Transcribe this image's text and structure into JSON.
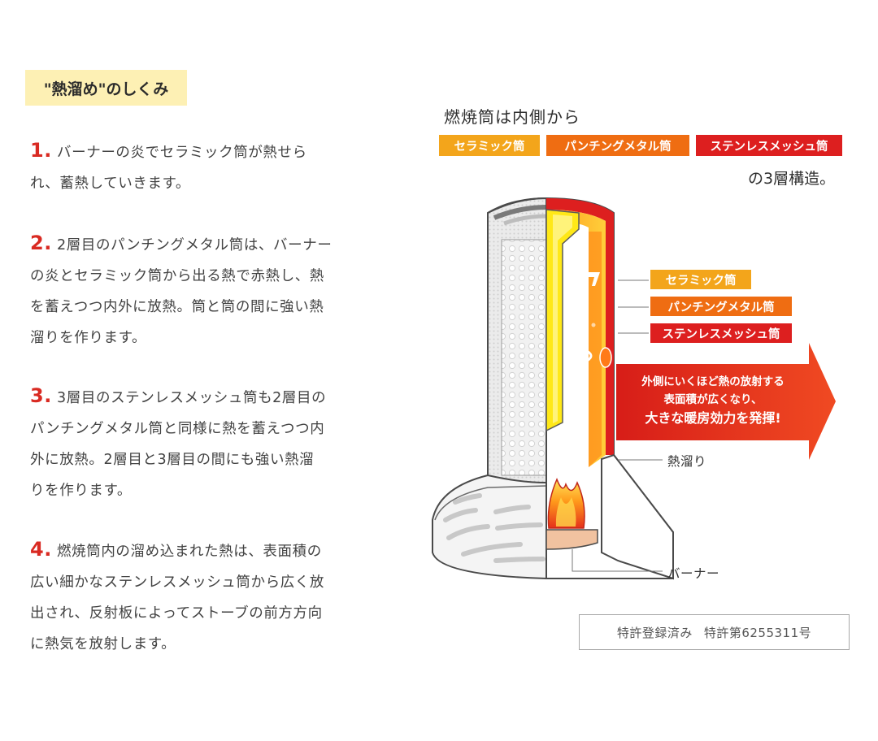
{
  "heading": "\"熱溜め\"のしくみ",
  "steps": [
    {
      "num": "1.",
      "lines": [
        "バーナーの炎でセラミック筒が熱せら",
        "れ、蓄熱していきます。"
      ]
    },
    {
      "num": "2.",
      "lines": [
        "2層目のパンチングメタル筒は、バーナー",
        "の炎とセラミック筒から出る熱で赤熱し、熱",
        "を蓄えつつ内外に放熱。筒と筒の間に強い熱",
        "溜りを作ります。"
      ]
    },
    {
      "num": "3.",
      "lines": [
        "3層目のステンレスメッシュ筒も2層目の",
        "パンチングメタル筒と同様に熱を蓄えつつ内",
        "外に放熱。2層目と3層目の間にも強い熱溜",
        "りを作ります。"
      ]
    },
    {
      "num": "4.",
      "lines": [
        "燃焼筒内の溜め込まれた熱は、表面積の",
        "広い細かなステンレスメッシュ筒から広く放",
        "出され、反射板によってストーブの前方方向",
        "に熱気を放射します。"
      ]
    }
  ],
  "structure": {
    "title": "燃焼筒は内側から",
    "tags": [
      "セラミック筒",
      "パンチングメタル筒",
      "ステンレスメッシュ筒"
    ],
    "suffix": "の3層構造。"
  },
  "diagram": {
    "layer_labels": [
      "セラミック筒",
      "パンチングメタル筒",
      "ステンレスメッシュ筒"
    ],
    "arrow_text": [
      "外側にいくほど熱の放射する",
      "表面積が広くなり、",
      "大きな暖房効力を発揮!"
    ],
    "heat_label": "熱溜り",
    "burner_label": "バーナー",
    "colors": {
      "ceramic": "#f3a51b",
      "punching": "#ef6d12",
      "mesh": "#dd1f1f",
      "inner": "#ffe817",
      "arrow": "#e8281f"
    }
  },
  "patent": {
    "registered": "特許登録済み",
    "number": "特許第6255311号"
  }
}
